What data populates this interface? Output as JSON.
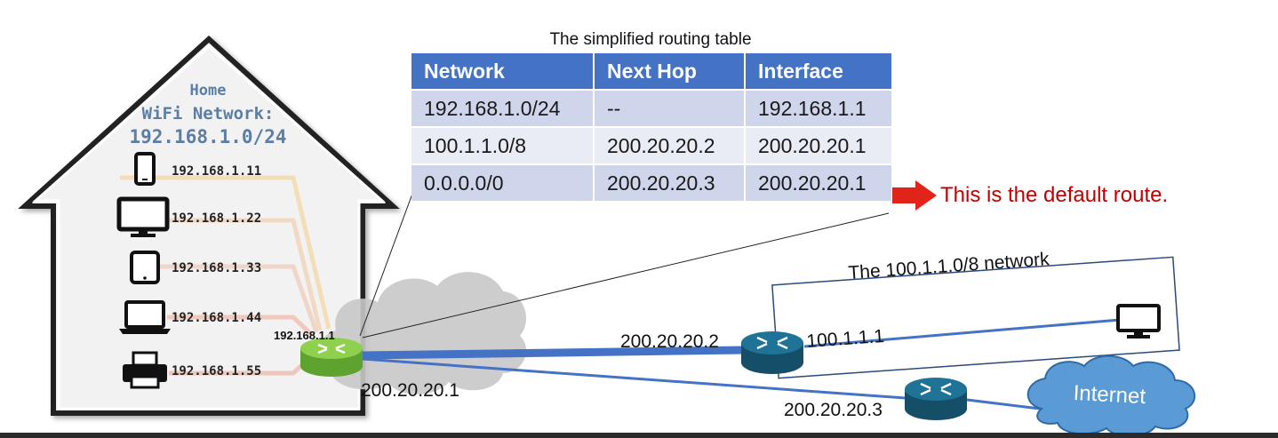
{
  "home": {
    "title_line1": "Home",
    "title_line2": "WiFi Network:",
    "title_line3": "192.168.1.0/24",
    "devices": [
      {
        "icon": "smartphone-icon",
        "ip": "192.168.1.11"
      },
      {
        "icon": "monitor-icon",
        "ip": "192.168.1.22"
      },
      {
        "icon": "tablet-icon",
        "ip": "192.168.1.33"
      },
      {
        "icon": "laptop-icon",
        "ip": "192.168.1.44"
      },
      {
        "icon": "printer-icon",
        "ip": "192.168.1.55"
      }
    ],
    "router_lan_ip": "192.168.1.1"
  },
  "routing_table": {
    "caption": "The simplified routing table",
    "headers": [
      "Network",
      "Next Hop",
      "Interface"
    ],
    "rows": [
      [
        "192.168.1.0/24",
        "--",
        "192.168.1.1"
      ],
      [
        "100.1.1.0/8",
        "200.20.20.2",
        "200.20.20.1"
      ],
      [
        "0.0.0.0/0",
        "200.20.20.3",
        "200.20.20.1"
      ]
    ]
  },
  "default_route_note": "This is the default route.",
  "wan": {
    "home_router_wan_ip": "200.20.20.1",
    "router2_ip": "200.20.20.2",
    "router3_ip": "200.20.20.3"
  },
  "remote_network": {
    "label": "The 100.1.1.0/8 network",
    "gateway_ip": "100.1.1.1"
  },
  "internet_label": "Internet",
  "colors": {
    "table_header": "#4472c4",
    "row_dark": "#cfd5ea",
    "row_light": "#e9ebf5",
    "house_text": "#5b7ea6",
    "link_blue": "#4472c4",
    "router_green": "#7ac943",
    "router_teal": "#1f6e8c",
    "cloud_blue": "#5b9bd5",
    "arrow_red": "#e2231a",
    "note_red": "#c00000"
  }
}
